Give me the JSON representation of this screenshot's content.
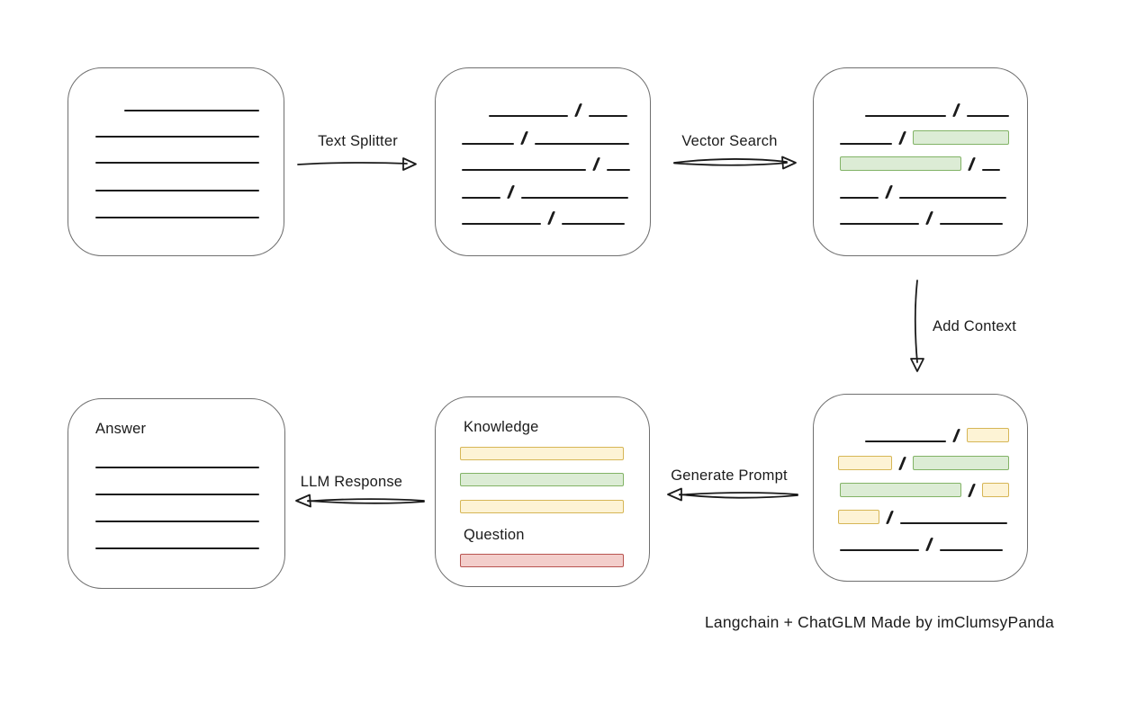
{
  "labels": {
    "text_splitter": "Text Splitter",
    "vector_search": "Vector Search",
    "add_context": "Add Context",
    "generate_prompt": "Generate Prompt",
    "llm_response": "LLM Response"
  },
  "prompt_box": {
    "knowledge_label": "Knowledge",
    "question_label": "Question"
  },
  "answer_box": {
    "label": "Answer"
  },
  "footer": {
    "credit": "Langchain + ChatGLM Made by imClumsyPanda"
  },
  "colors": {
    "ink": "#1b1b1b",
    "box-border": "#6f6f6f",
    "green-fill": "#dcecd5",
    "green-stroke": "#82b366",
    "yellow-fill": "#fdf3d5",
    "yellow-stroke": "#d6b656",
    "red-fill": "#f3cecb",
    "red-stroke": "#b85450"
  }
}
